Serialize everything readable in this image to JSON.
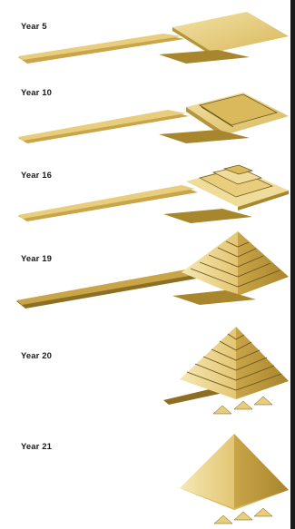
{
  "figure": {
    "stages": [
      {
        "label": "Year 5"
      },
      {
        "label": "Year 10"
      },
      {
        "label": "Year 16"
      },
      {
        "label": "Year 19"
      },
      {
        "label": "Year 20"
      },
      {
        "label": "Year 21"
      }
    ]
  },
  "colors": {
    "stone_light": "#f0dc9a",
    "stone_mid": "#d9b95c",
    "stone_dark": "#a8862e",
    "stone_edge": "#6a5418"
  }
}
